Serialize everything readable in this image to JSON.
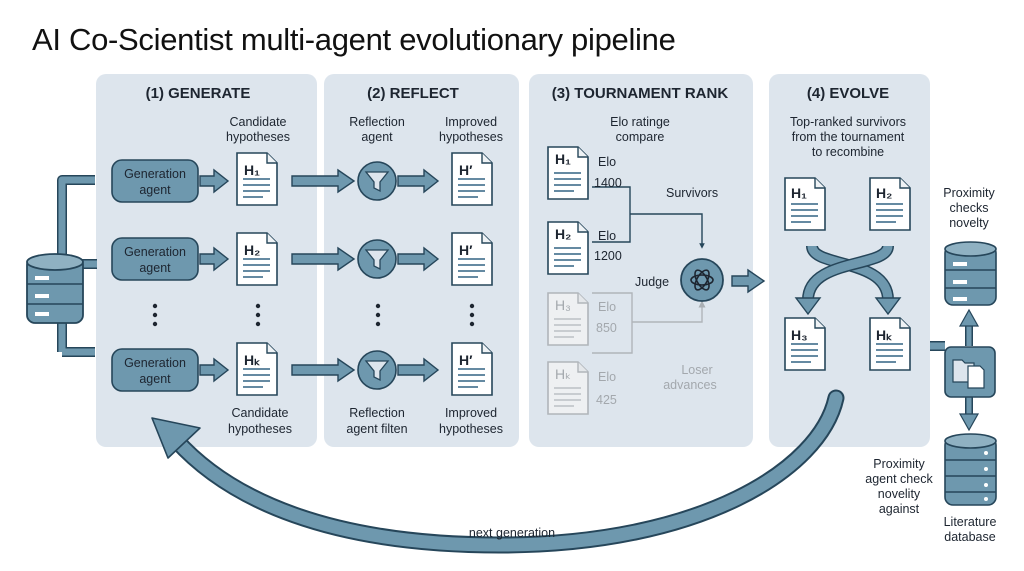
{
  "title": "AI Co-Scientist multi-agent evolutionary pipeline",
  "colors": {
    "panel": "#dde5ed",
    "arrow": "#4f7a94",
    "arrow_stroke": "#26465a",
    "doc_line": "#4f7a94",
    "agent_box": "#6e98ae",
    "grey": "#b8bcc0"
  },
  "stages": {
    "generate": {
      "header": "(1) GENERATE",
      "top_label": [
        "Candidate",
        "hypotheses"
      ],
      "agent_label": [
        "Generation",
        "agent"
      ],
      "bottom_label": [
        "Candidate",
        "hypotheses"
      ],
      "docs": [
        "H₁",
        "H₂",
        "Hₖ"
      ]
    },
    "reflect": {
      "header": "(2) REFLECT",
      "top_left_label": [
        "Reflection",
        "agent"
      ],
      "top_right_label": [
        "Improved",
        "hypotheses"
      ],
      "bottom_left_label": [
        "Reflection",
        "agent filten"
      ],
      "bottom_right_label": [
        "Improved",
        "hypotheses"
      ],
      "doc_label": "H′"
    },
    "tournament": {
      "header": "(3) TOURNAMENT RANK",
      "subtitle": [
        "Elo ratinge",
        "compare"
      ],
      "elo_label": "Elo",
      "entries": [
        {
          "name": "H₁",
          "elo": "1400",
          "active": true
        },
        {
          "name": "H₂",
          "elo": "1200",
          "active": true
        },
        {
          "name": "H₃",
          "elo": "850",
          "active": false
        },
        {
          "name": "Hₖ",
          "elo": "425",
          "active": false
        }
      ],
      "survivors_label": "Survivors",
      "judge_label": "Judge",
      "loser_label": [
        "Loser",
        "advances"
      ]
    },
    "evolve": {
      "header": "(4) EVOLVE",
      "subtitle": [
        "Top-ranked survivors",
        "from the tournament",
        "to recombine"
      ],
      "docs_top": [
        "H₁",
        "H₂"
      ],
      "docs_bottom": [
        "H₃",
        "Hₖ"
      ]
    }
  },
  "side": {
    "proximity_top": [
      "Proximity",
      "checks",
      "novelty"
    ],
    "proximity_bottom": [
      "Proximity",
      "agent check",
      "novelity",
      "against"
    ],
    "literature": [
      "Literature",
      "database"
    ]
  },
  "loop_label": "next generation"
}
